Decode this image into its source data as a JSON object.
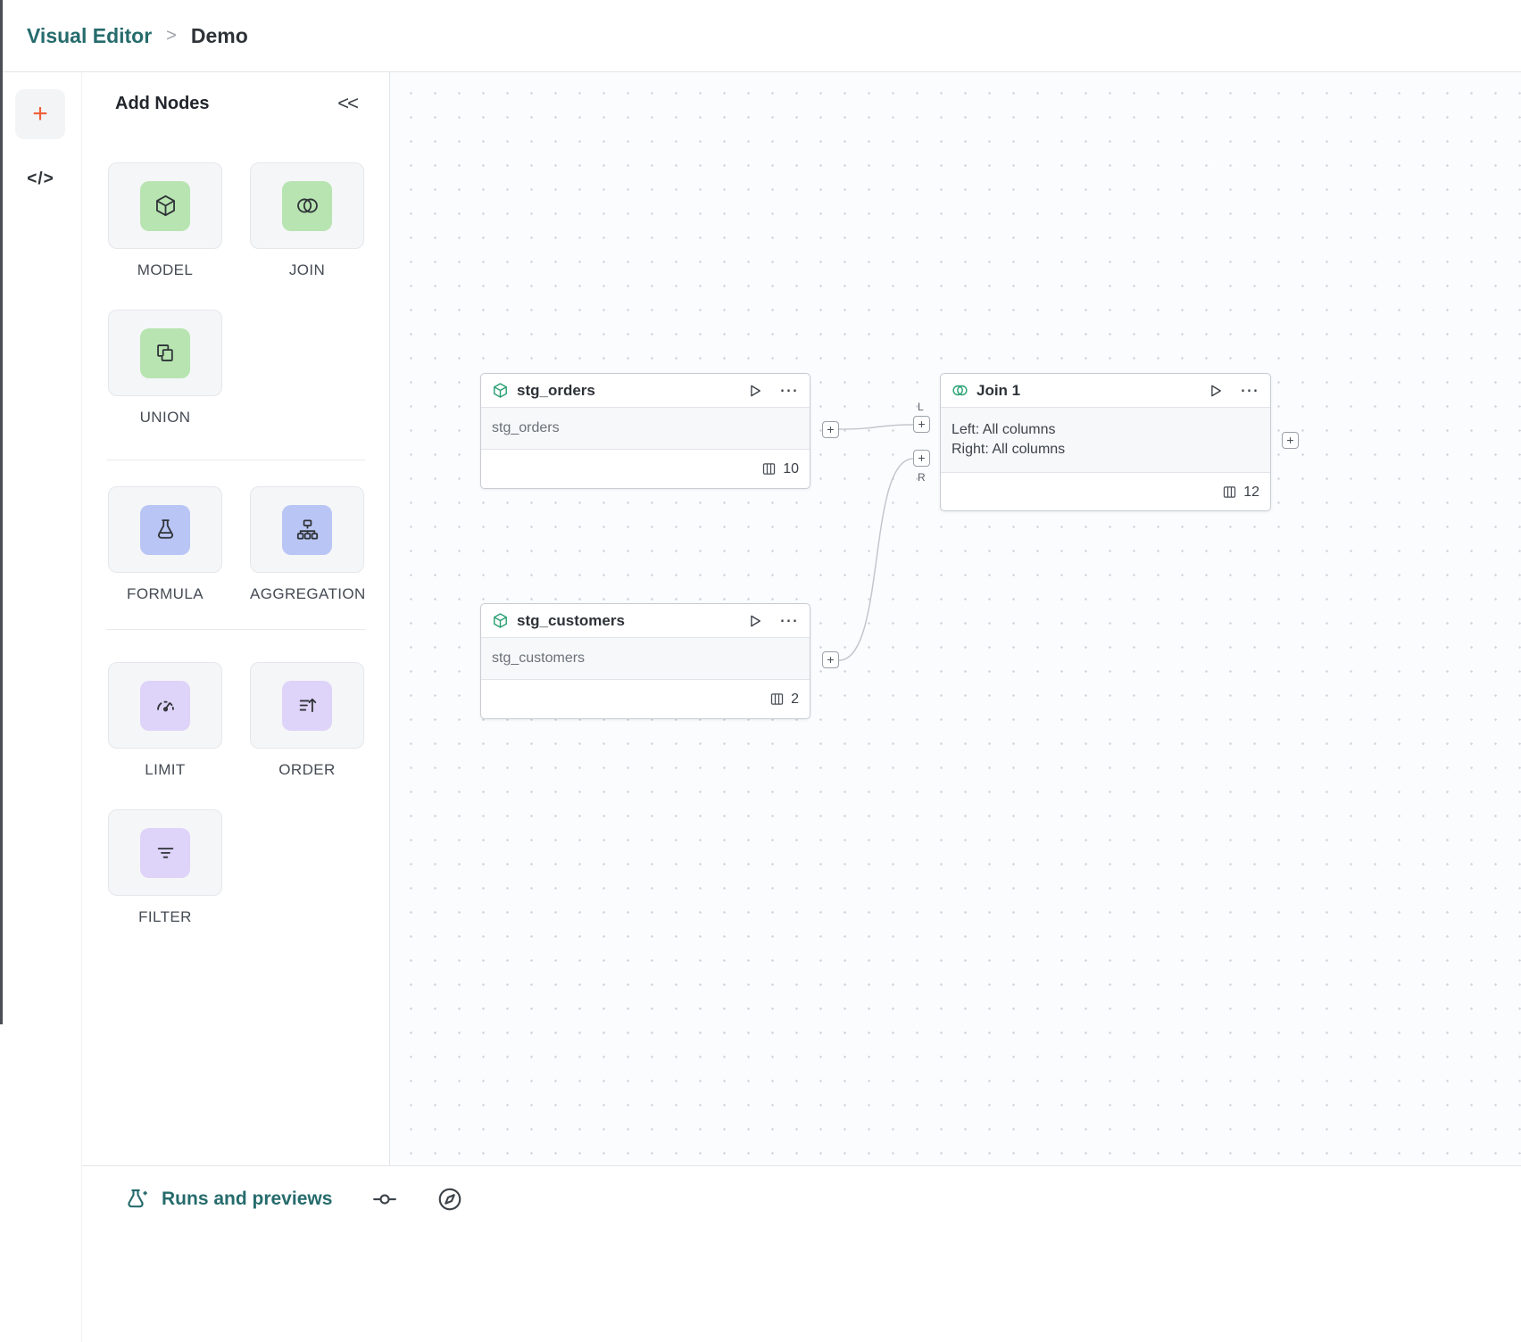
{
  "breadcrumb": {
    "app": "Visual Editor",
    "separator": ">",
    "page": "Demo"
  },
  "rail": {
    "add_label": "+",
    "code_label": "</>"
  },
  "panel": {
    "title": "Add Nodes",
    "collapse_label": "<<",
    "groups": [
      {
        "items": [
          {
            "label": "MODEL",
            "icon": "cube-icon",
            "color": "green"
          },
          {
            "label": "JOIN",
            "icon": "venn-icon",
            "color": "green"
          },
          {
            "label": "UNION",
            "icon": "union-shapes-icon",
            "color": "green"
          }
        ]
      },
      {
        "items": [
          {
            "label": "FORMULA",
            "icon": "flask-icon",
            "color": "blue"
          },
          {
            "label": "AGGREGATION",
            "icon": "hierarchy-icon",
            "color": "blue"
          }
        ]
      },
      {
        "items": [
          {
            "label": "LIMIT",
            "icon": "gauge-icon",
            "color": "purple"
          },
          {
            "label": "ORDER",
            "icon": "sort-icon",
            "color": "purple"
          },
          {
            "label": "FILTER",
            "icon": "filter-lines-icon",
            "color": "purple"
          }
        ]
      }
    ]
  },
  "canvas": {
    "nodes": [
      {
        "title": "stg_orders",
        "subtitle": "stg_orders",
        "count": "10",
        "icon": "cube-icon"
      },
      {
        "title": "stg_customers",
        "subtitle": "stg_customers",
        "count": "2",
        "icon": "cube-icon"
      },
      {
        "title": "Join 1",
        "left_line": "Left: All columns",
        "right_line": "Right: All columns",
        "count": "12",
        "icon": "venn-icon"
      }
    ],
    "handles": {
      "plus": "+",
      "left_label": "L",
      "right_label": "R"
    }
  },
  "bottombar": {
    "runs_label": "Runs and previews"
  },
  "colors": {
    "accent_teal": "#266b6c",
    "accent_orange": "#ee5f3b",
    "tile_green": "#b7e4b0",
    "tile_blue": "#b9c5f4",
    "tile_purple": "#ded3f8",
    "node_icon_green": "#2aa074"
  }
}
